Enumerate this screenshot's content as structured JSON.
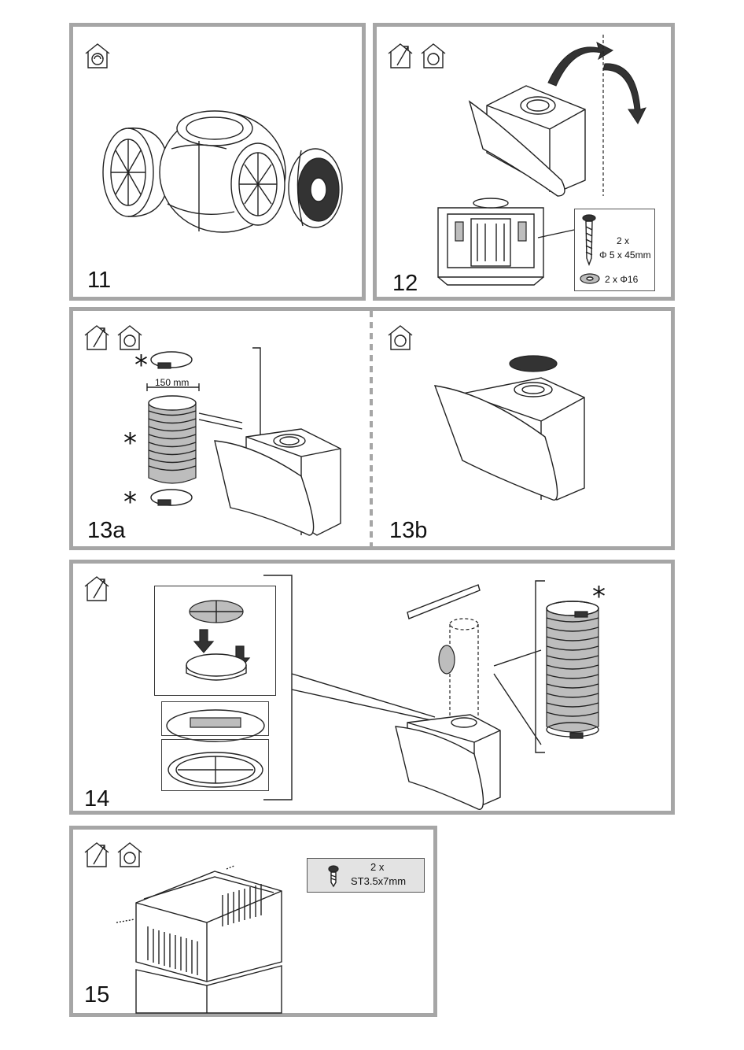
{
  "steps": {
    "s11": "11",
    "s12": "12",
    "s13a": "13a",
    "s13b": "13b",
    "s14": "14",
    "s15": "15"
  },
  "step12": {
    "screw_qty": "2 x",
    "screw_size": "Φ 5 x 45mm",
    "washer": "2 x Φ16"
  },
  "step13a": {
    "duct_diameter": "150 mm",
    "star": "*"
  },
  "step14": {
    "star": "*"
  },
  "step15": {
    "screw_qty": "2 x",
    "screw_size": "ST3.5x7mm"
  }
}
